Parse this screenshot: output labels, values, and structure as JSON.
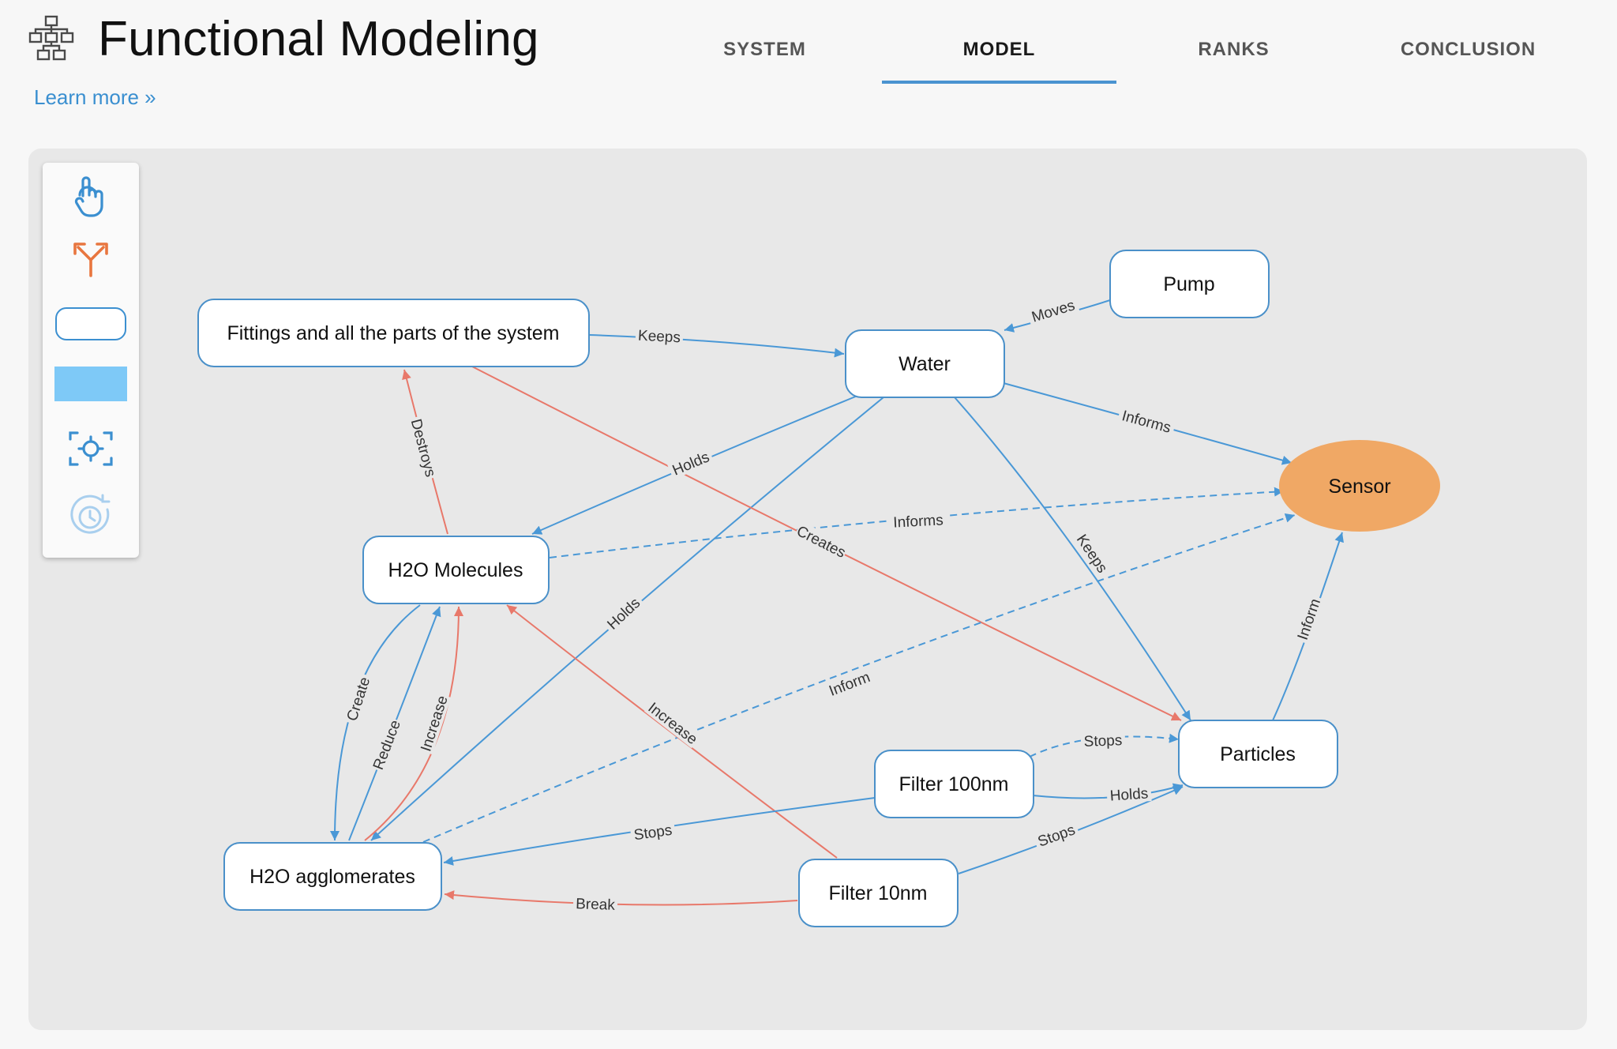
{
  "header": {
    "title": "Functional Modeling",
    "learn_more": "Learn more »",
    "tabs": [
      {
        "label": "SYSTEM",
        "active": false
      },
      {
        "label": "MODEL",
        "active": true
      },
      {
        "label": "RANKS",
        "active": false
      },
      {
        "label": "CONCLUSION",
        "active": false
      }
    ]
  },
  "toolbar": {
    "tools": [
      {
        "name": "pointer-tool",
        "icon": "hand-pointer-icon"
      },
      {
        "name": "connect-tool",
        "icon": "split-arrow-icon"
      },
      {
        "name": "rounded-node-tool",
        "icon": "rounded-rectangle-swatch"
      },
      {
        "name": "rect-node-tool",
        "icon": "rectangle-swatch"
      },
      {
        "name": "center-view-tool",
        "icon": "focus-target-icon"
      },
      {
        "name": "history-tool",
        "icon": "clock-refresh-icon"
      }
    ]
  },
  "colors": {
    "accent": "#3b8fd0",
    "edge_blue": "#4a98d6",
    "edge_red": "#e8786a",
    "sensor_fill": "#f0a865",
    "connector_orange": "#e8763f"
  },
  "diagram": {
    "nodes": [
      {
        "id": "fittings",
        "label": "Fittings and all the parts of the system"
      },
      {
        "id": "water",
        "label": "Water"
      },
      {
        "id": "pump",
        "label": "Pump"
      },
      {
        "id": "sensor",
        "label": "Sensor"
      },
      {
        "id": "h2o_molecules",
        "label": "H2O Molecules"
      },
      {
        "id": "particles",
        "label": "Particles"
      },
      {
        "id": "filter100",
        "label": "Filter 100nm"
      },
      {
        "id": "h2o_agg",
        "label": "H2O agglomerates"
      },
      {
        "id": "filter10",
        "label": "Filter 10nm"
      }
    ],
    "edges": [
      {
        "from": "fittings",
        "to": "water",
        "label": "Keeps",
        "style": "solid",
        "color": "blue"
      },
      {
        "from": "pump",
        "to": "water",
        "label": "Moves",
        "style": "solid",
        "color": "blue"
      },
      {
        "from": "water",
        "to": "sensor",
        "label": "Informs",
        "style": "solid",
        "color": "blue"
      },
      {
        "from": "water",
        "to": "h2o_molecules",
        "label": "Holds",
        "style": "solid",
        "color": "blue"
      },
      {
        "from": "water",
        "to": "h2o_agg",
        "label": "Holds",
        "style": "solid",
        "color": "blue"
      },
      {
        "from": "water",
        "to": "particles",
        "label": "Keeps",
        "style": "solid",
        "color": "blue"
      },
      {
        "from": "fittings",
        "to": "particles",
        "label": "Creates",
        "style": "solid",
        "color": "red"
      },
      {
        "from": "h2o_molecules",
        "to": "fittings",
        "label": "Destroys",
        "style": "solid",
        "color": "red"
      },
      {
        "from": "h2o_molecules",
        "to": "sensor",
        "label": "Informs",
        "style": "dashed",
        "color": "blue"
      },
      {
        "from": "h2o_agg",
        "to": "sensor",
        "label": "Inform",
        "style": "dashed",
        "color": "blue"
      },
      {
        "from": "particles",
        "to": "sensor",
        "label": "Inform",
        "style": "solid",
        "color": "blue"
      },
      {
        "from": "h2o_molecules",
        "to": "h2o_agg",
        "label": "Create",
        "style": "solid",
        "color": "blue"
      },
      {
        "from": "h2o_agg",
        "to": "h2o_molecules",
        "label": "Reduce",
        "style": "solid",
        "color": "blue"
      },
      {
        "from": "h2o_agg",
        "to": "h2o_molecules",
        "label": "Increase",
        "style": "solid",
        "color": "red"
      },
      {
        "from": "filter10",
        "to": "h2o_molecules",
        "label": "Increase",
        "style": "solid",
        "color": "red"
      },
      {
        "from": "filter100",
        "to": "h2o_agg",
        "label": "Stops",
        "style": "solid",
        "color": "blue"
      },
      {
        "from": "filter100",
        "to": "particles",
        "label": "Stops",
        "style": "dashed",
        "color": "blue"
      },
      {
        "from": "filter100",
        "to": "particles",
        "label": "Holds",
        "style": "solid",
        "color": "blue"
      },
      {
        "from": "filter10",
        "to": "particles",
        "label": "Stops",
        "style": "solid",
        "color": "blue"
      },
      {
        "from": "filter10",
        "to": "h2o_agg",
        "label": "Break",
        "style": "solid",
        "color": "red"
      }
    ]
  }
}
